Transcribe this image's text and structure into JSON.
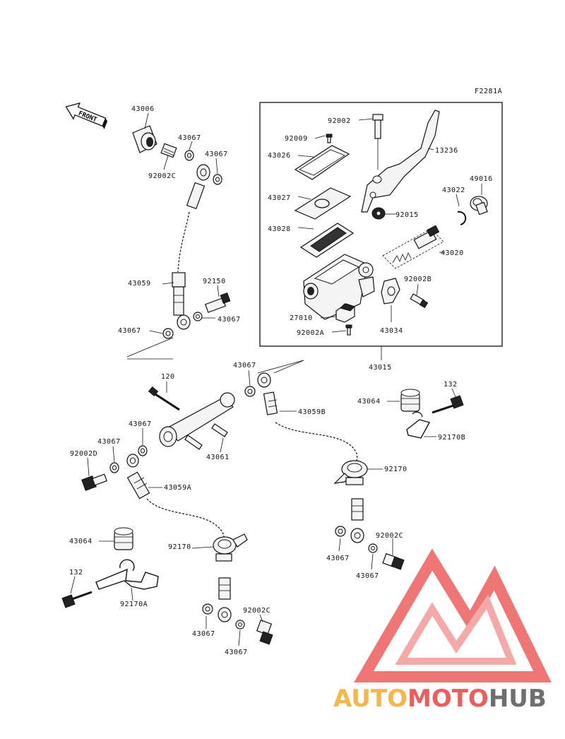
{
  "figure_code": "F2281A",
  "front_label": "FRONT",
  "labels": {
    "l43006": "43006",
    "l43067a": "43067",
    "l43067b": "43067",
    "l92002c_top": "92002C",
    "l43059": "43059",
    "l92150": "92150",
    "l43067c": "43067",
    "l43067d": "43067",
    "l92002": "92002",
    "l92009": "92009",
    "l43026": "43026",
    "l13236": "13236",
    "l43027": "43027",
    "l43022": "43022",
    "l49016": "49016",
    "l92015": "92015",
    "l43028": "43028",
    "l43020": "43020",
    "l92002b": "92002B",
    "l27010": "27010",
    "l92002a": "92002A",
    "l43034": "43034",
    "l43015": "43015",
    "l120": "120",
    "l43067e": "43067",
    "l43059b": "43059B",
    "l43064a": "43064",
    "l132a": "132",
    "l92170b": "92170B",
    "l43067f": "43067",
    "l43067g": "43067",
    "l92002d": "92002D",
    "l43061": "43061",
    "l43059a": "43059A",
    "l92170_r": "92170",
    "l43064b": "43064",
    "l92170_l": "92170",
    "l132b": "132",
    "l92170a": "92170A",
    "l92002c_r": "92002C",
    "l43067h": "43067",
    "l43067i": "43067",
    "l43067j": "43067",
    "l92002c_b": "92002C",
    "l43067k": "43067"
  },
  "watermark": {
    "part1": "AUTO",
    "part2": "MOTO",
    "part3": "HUB",
    "color_light": "#f5b74a",
    "color_mid": "#ee5d5d",
    "color_dark": "#6e6e6e"
  }
}
